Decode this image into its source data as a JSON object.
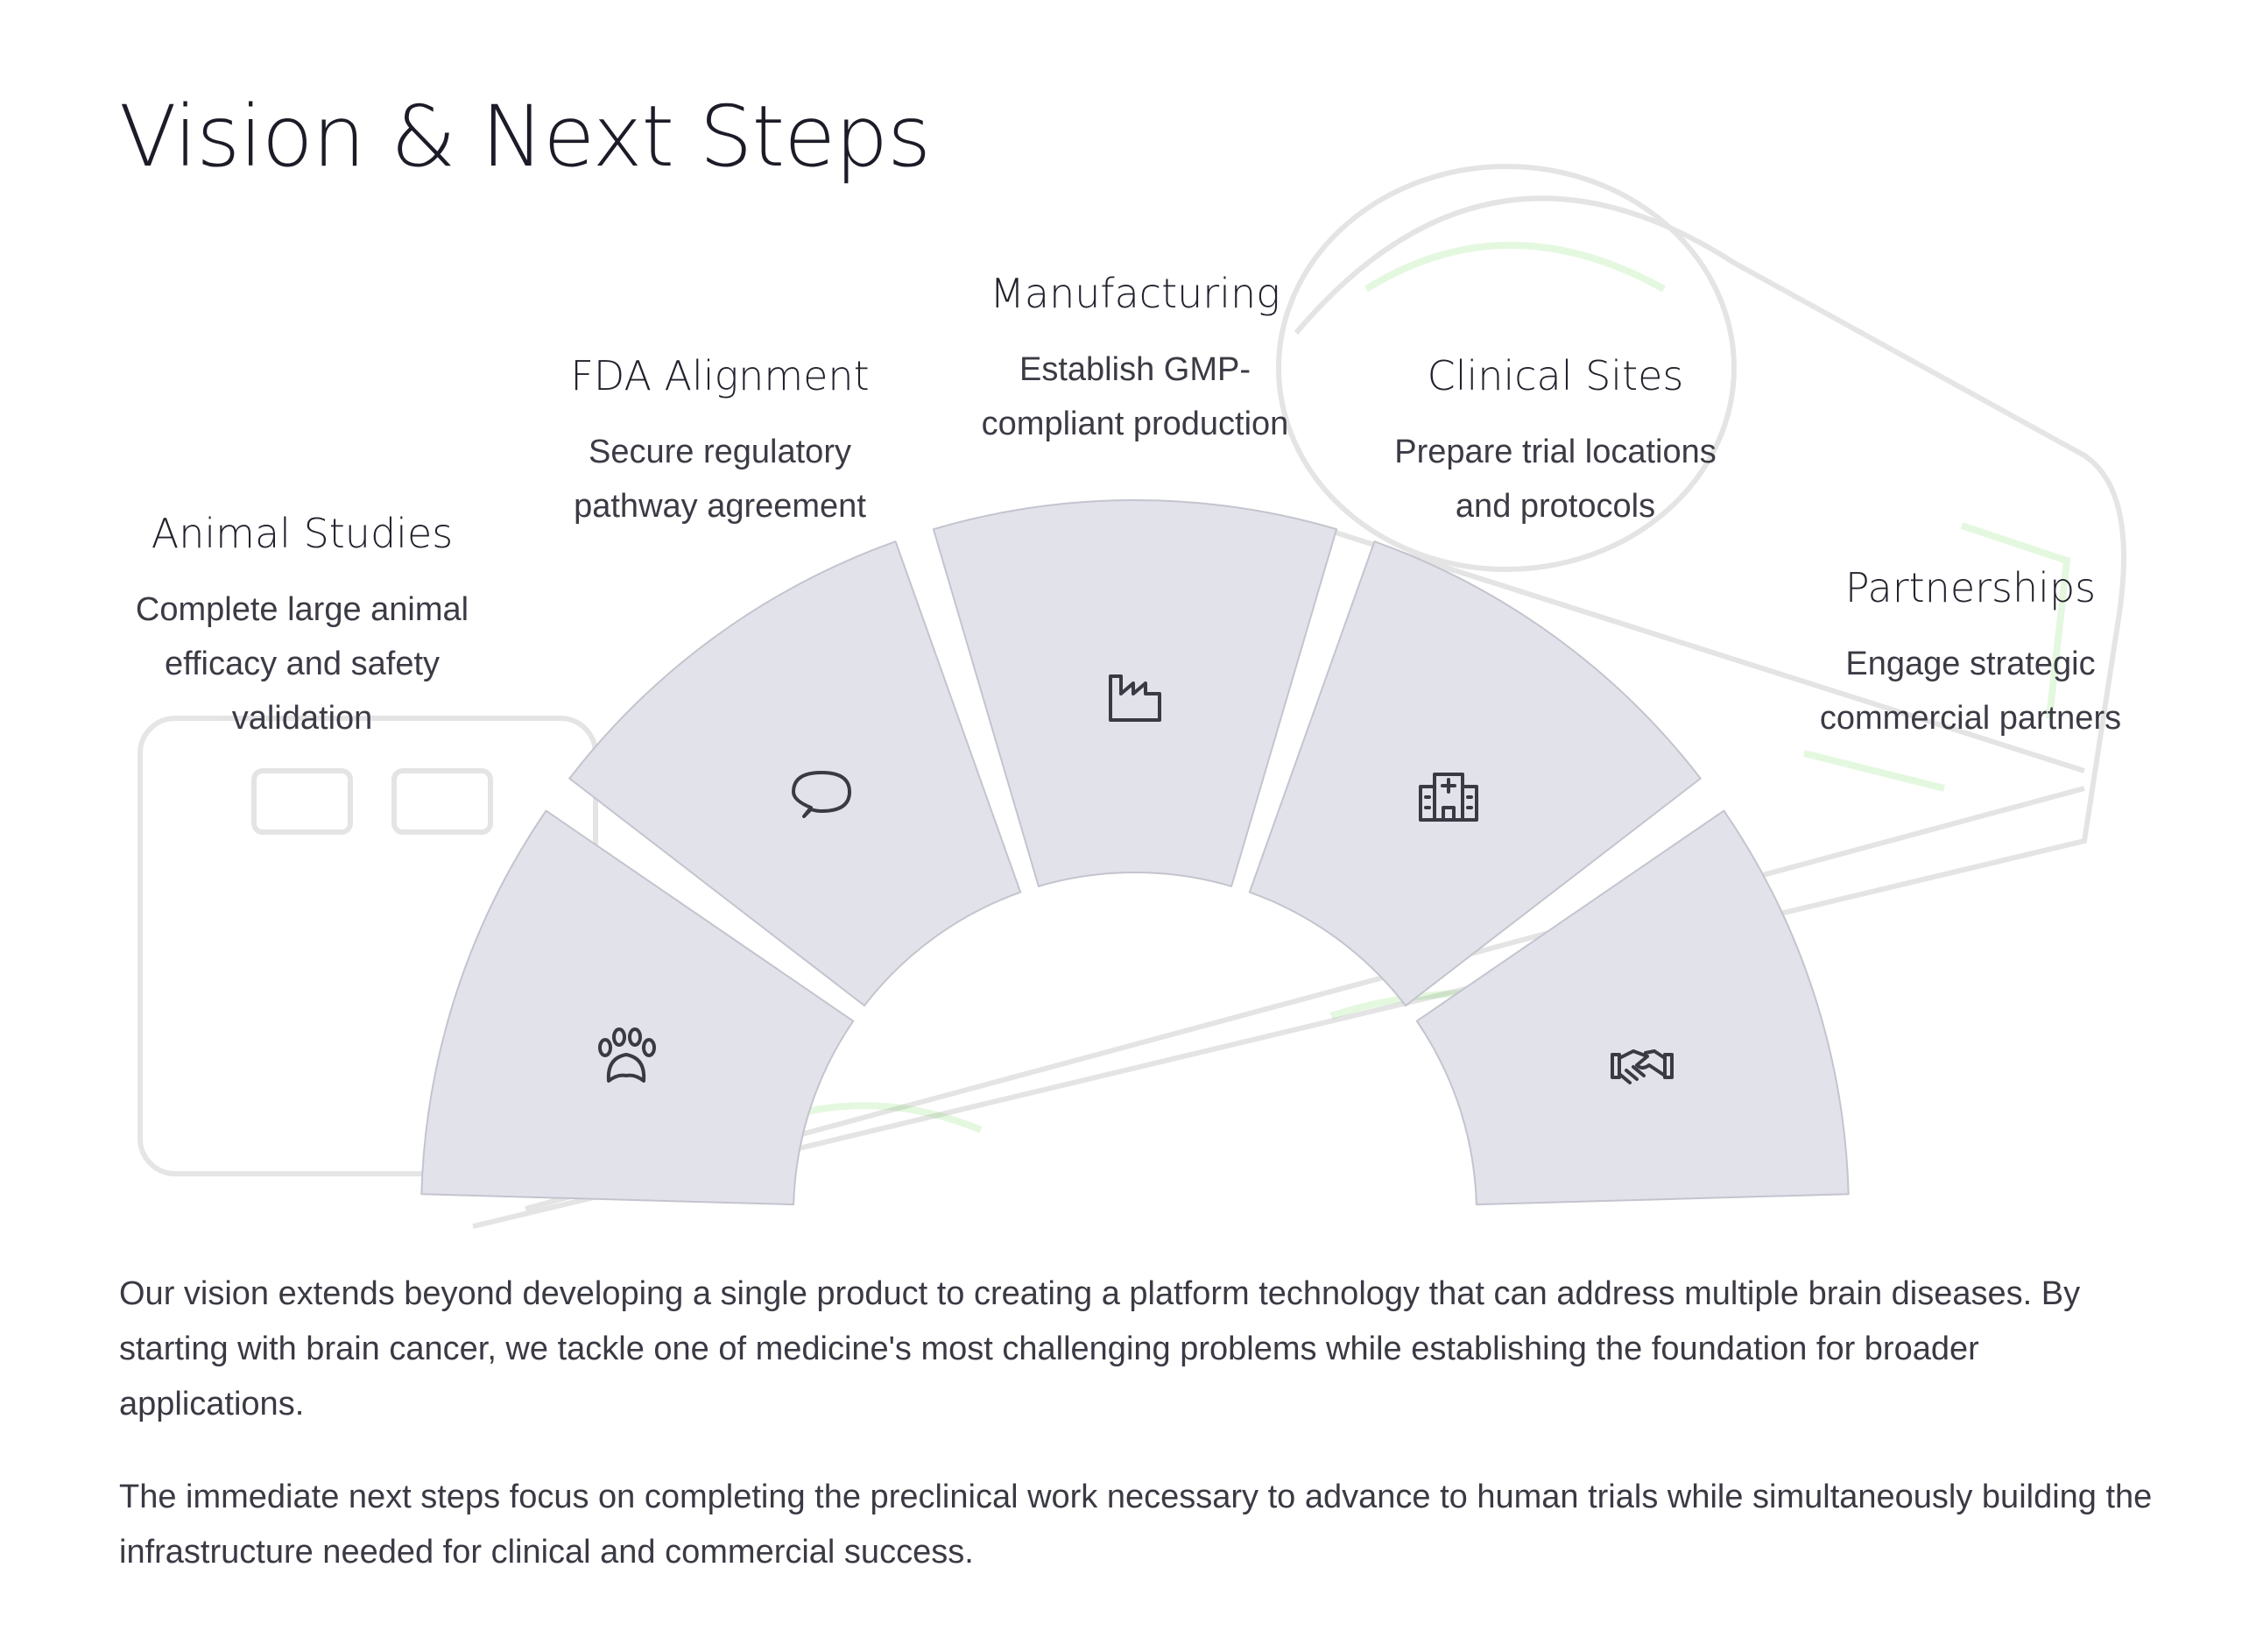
{
  "page": {
    "title": "Vision & Next Steps"
  },
  "steps": [
    {
      "id": "animal-studies",
      "title": "Animal Studies",
      "description": "Complete large animal efficacy and safety validation",
      "icon": "paw-icon"
    },
    {
      "id": "fda-alignment",
      "title": "FDA Alignment",
      "description": "Secure regulatory pathway agreement",
      "icon": "speech-bubble-icon"
    },
    {
      "id": "manufacturing",
      "title": "Manufacturing",
      "description": "Establish GMP-compliant production",
      "icon": "factory-icon"
    },
    {
      "id": "clinical-sites",
      "title": "Clinical Sites",
      "description": "Prepare trial locations and protocols",
      "icon": "hospital-icon"
    },
    {
      "id": "partnerships",
      "title": "Partnerships",
      "description": "Engage strategic commercial partners",
      "icon": "handshake-icon"
    }
  ],
  "body": {
    "paragraph_1": "Our vision extends beyond developing a single product to creating a platform technology that can address multiple brain diseases. By starting with brain cancer, we tackle one of medicine's most challenging problems while establishing the foundation for broader applications.",
    "paragraph_2": "The immediate next steps focus on completing the preclinical work necessary to advance to human trials while simultaneously building the infrastructure needed for clinical and commercial success."
  },
  "colors": {
    "segment_fill": "#e2e2ea",
    "segment_stroke": "#c4c4cf",
    "text": "#1f1f2a",
    "background_accent": "#7dff55"
  }
}
